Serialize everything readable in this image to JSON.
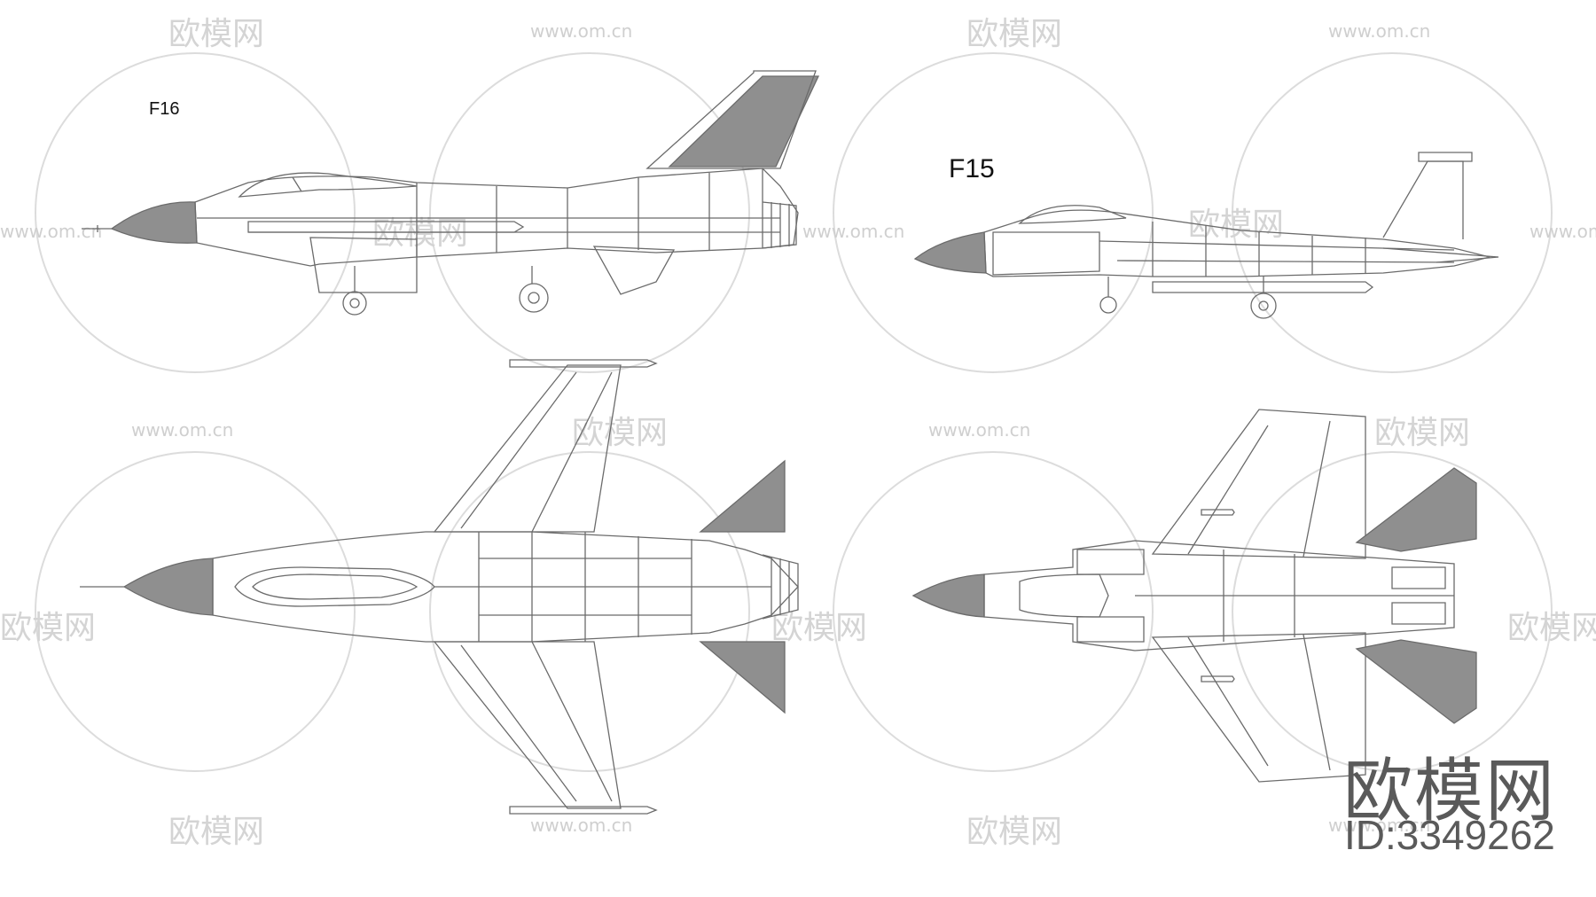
{
  "labels": {
    "f16": "F16",
    "f15": "F15"
  },
  "watermark": {
    "brand": "欧模网",
    "site": "www.om.cn",
    "asset_id": "ID:3349262"
  },
  "colors": {
    "line": "#6b6b6b",
    "fill_gray": "#8f8f8f",
    "watermark": "#d8d8d8",
    "background": "#ffffff"
  }
}
